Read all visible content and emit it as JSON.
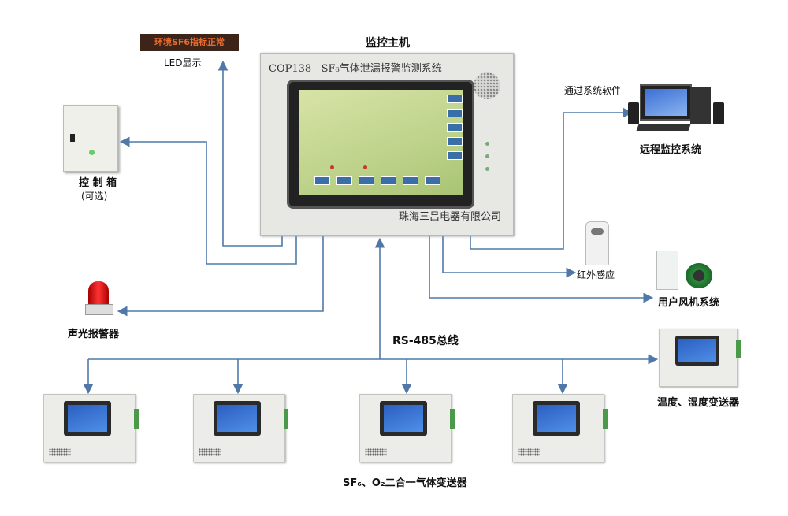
{
  "title": "监控主机",
  "led_board_text": "环境SF6指标正常",
  "led_label": "LED显示",
  "host": {
    "model": "COP138",
    "system_name": "SF₆气体泄漏报警监测系统",
    "company": "珠海三吕电器有限公司"
  },
  "control_box": {
    "line1": "控 制 箱",
    "line2": "(可选)"
  },
  "alarm_label": "声光报警器",
  "remote": {
    "software": "通过系统软件",
    "label": "远程监控系统"
  },
  "infrared_label": "红外感应",
  "fan_label": "用户风机系统",
  "bus_label": "RS-485总线",
  "humidity_label": "温度、湿度变送器",
  "transmitter_label": "SF₆、O₂二合一气体变送器",
  "colors": {
    "wire": "#4f78a8",
    "led_bg": "#3d2418",
    "led_text": "#e86b2f"
  }
}
